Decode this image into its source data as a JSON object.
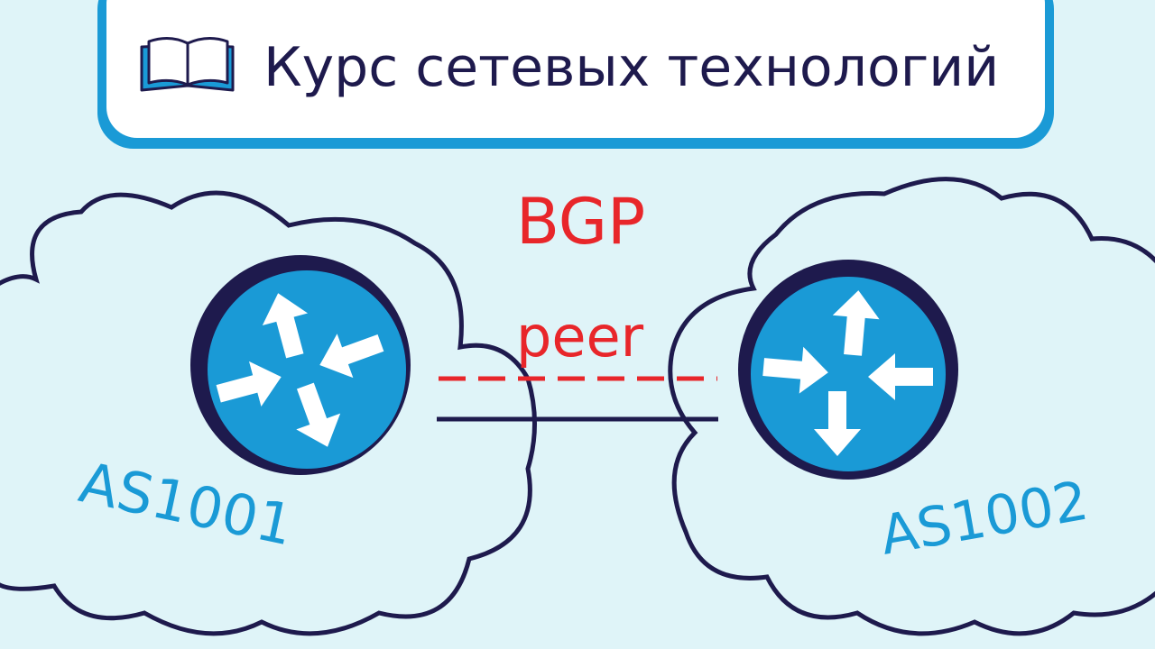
{
  "header": {
    "title": "Курс сетевых технологий",
    "icon": "book-icon"
  },
  "diagram": {
    "protocol_label": "BGP",
    "relation_label": "peer",
    "left_as": "AS1001",
    "right_as": "AS1002"
  },
  "colors": {
    "background": "#dff4f8",
    "accent": "#1a9ad6",
    "outline": "#1e1a4d",
    "red": "#e8262a"
  }
}
